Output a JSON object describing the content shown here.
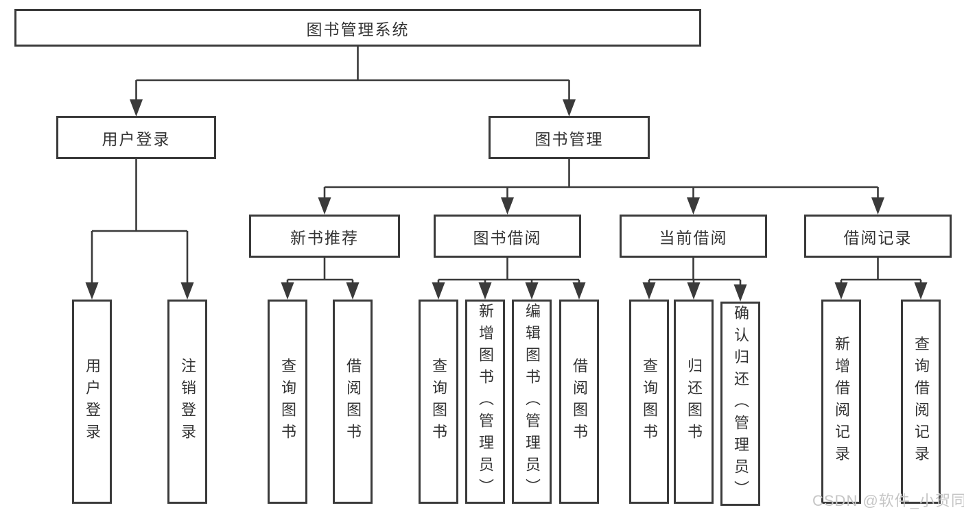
{
  "diagram": {
    "type": "hierarchy-tree",
    "root": {
      "label": "图书管理系统"
    },
    "branches": [
      {
        "label": "用户登录",
        "children": [
          {
            "label": "用户登录"
          },
          {
            "label": "注销登录"
          }
        ]
      },
      {
        "label": "图书管理",
        "children": [
          {
            "label": "新书推荐",
            "children": [
              {
                "label": "查询图书"
              },
              {
                "label": "借阅图书"
              }
            ]
          },
          {
            "label": "图书借阅",
            "children": [
              {
                "label": "查询图书"
              },
              {
                "label": "新增图书（管理员）"
              },
              {
                "label": "编辑图书（管理员）"
              },
              {
                "label": "借阅图书"
              }
            ]
          },
          {
            "label": "当前借阅",
            "children": [
              {
                "label": "查询图书"
              },
              {
                "label": "归还图书"
              },
              {
                "label": "确认归还（管理员）"
              }
            ]
          },
          {
            "label": "借阅记录",
            "children": [
              {
                "label": "新增借阅记录"
              },
              {
                "label": "查询借阅记录"
              }
            ]
          }
        ]
      }
    ]
  },
  "watermark": {
    "text": "CSDN @软件_小贺同学",
    "color": "#c6c6c6"
  },
  "colors": {
    "line": "#3a3a3a",
    "box_border": "#3a3a3a",
    "text": "#333333",
    "background": "#ffffff"
  }
}
